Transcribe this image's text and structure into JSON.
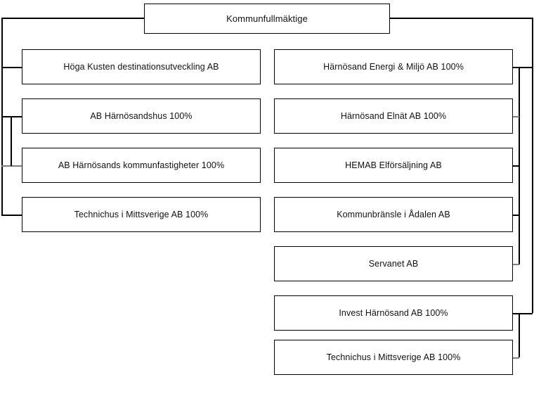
{
  "diagram": {
    "title": "Kommunfullmäktige organisationsschema",
    "type": "organizational-chart",
    "line_color": "#000000",
    "box_border_color": "#000000",
    "box_fill_color": "#ffffff",
    "text_color": "#111111"
  },
  "root": {
    "label": "Kommunfullmäktige"
  },
  "left_column": {
    "nodes": [
      {
        "label": "Höga Kusten destinationsutveckling AB"
      },
      {
        "label": "AB Härnösandshus 100%"
      },
      {
        "label": "AB Härnösands kommunfastigheter 100%"
      },
      {
        "label": "Technichus i Mittsverige AB 100%"
      }
    ]
  },
  "right_column": {
    "nodes": [
      {
        "label": "Härnösand Energi & Miljö AB 100%"
      },
      {
        "label": "Härnösand Elnät AB 100%"
      },
      {
        "label": "HEMAB Elförsäljning AB"
      },
      {
        "label": "Kommunbränsle i Ådalen AB"
      },
      {
        "label": "Servanet AB"
      },
      {
        "label": "Invest Härnösand AB 100%"
      },
      {
        "label": "Technichus i Mittsverige AB 100%"
      }
    ]
  }
}
